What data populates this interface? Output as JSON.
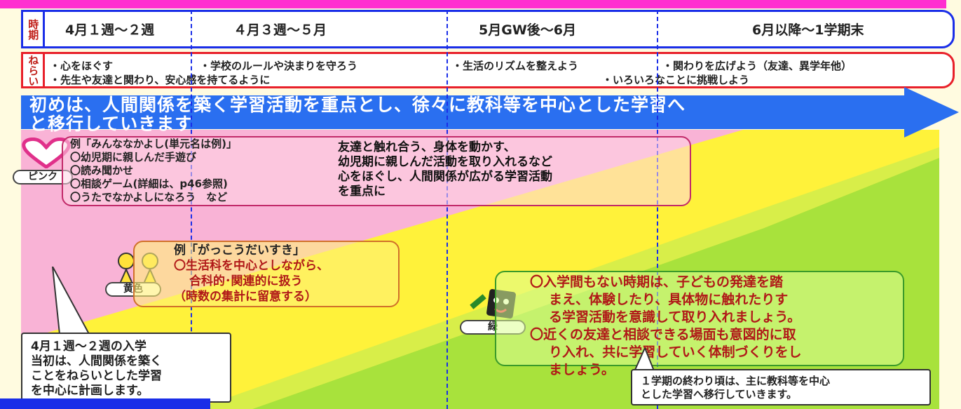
{
  "header": {
    "time_tag": "時期",
    "periods": [
      "4月１週～２週",
      "４月３週～５月",
      "5月GW後～6月",
      "6月以降～1学期末"
    ],
    "aim_tag": "ねらい",
    "aims": {
      "a1": "・心をほぐす",
      "a2": "・学校のルールや決まりを守ろう",
      "a3": "・生活のリズムを整えよう",
      "a4": "・関わりを広げよう（友達、異学年他）",
      "b1": "・先生や友達と関わり、安心感を持てるように",
      "b2": "・いろいろなことに挑戦しよう"
    }
  },
  "arrow": {
    "line1": "初めは、人間関係を築く学習活動を重点とし、徐々に教科等を中心とした学習へ",
    "line2": "と移行していきます"
  },
  "pink": {
    "label": "ピンク",
    "items": [
      "例「みんななかよし(単元名は例)」",
      "〇幼児期に親しんだ手遊び",
      "〇読み聞かせ",
      "〇相談ゲーム(詳細は、p46参照)",
      "〇うたでなかよしになろう　など"
    ],
    "focus": [
      "友達と触れ合う、身体を動かす、",
      "幼児期に親しんだ活動を取り入れるなど",
      "心をほぐし、人間関係が広がる学習活動",
      "を重点に"
    ]
  },
  "yellow": {
    "label": "黄色",
    "items": [
      "例「がっこうだいすき」",
      "〇生活科を中心としながら、",
      "合科的･関連的に扱う",
      "（時数の集計に留意する）"
    ]
  },
  "green": {
    "label": "緑",
    "items": [
      "〇入学間もない時期は、子どもの発達を踏",
      "まえ、体験したり、具体物に触れたりす",
      "る学習活動を意識して取り入れましょう。",
      "〇近くの友達と相談できる場面も意図的に取",
      "り入れ、共に学習していく体制づくりをし",
      "ましょう。"
    ]
  },
  "callout_left": [
    "4月１週～２週の入学",
    "当初は、人間関係を築く",
    "ことをねらいとした学習",
    "を中心に計画します。"
  ],
  "callout_right": [
    "１学期の終わり頃は、主に教科等を中心",
    "とした学習へ移行していきます。"
  ],
  "colors": {
    "pink": "#f9b3d6",
    "yellow": "#fff23a",
    "green": "#a8e23c",
    "arrow": "#2a6ff0"
  }
}
